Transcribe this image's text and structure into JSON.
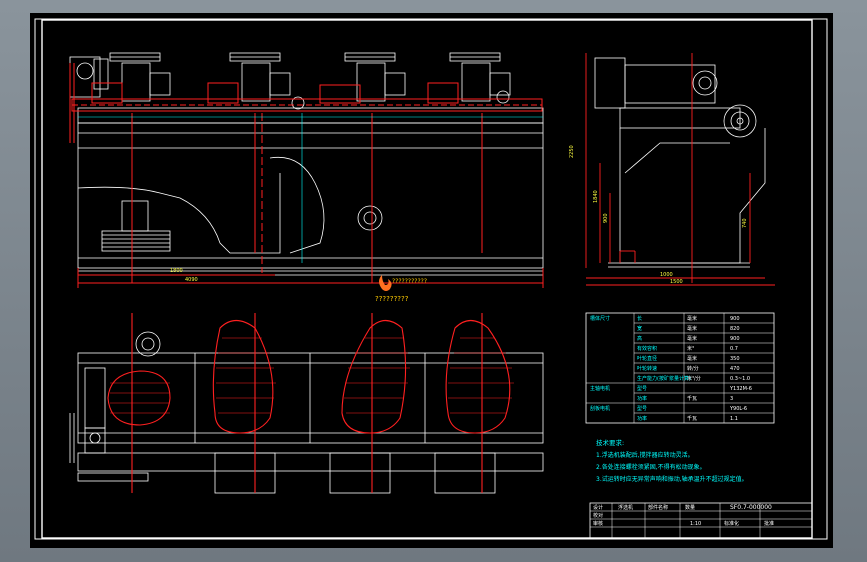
{
  "notes": {
    "title": "技术要求:",
    "line1": "1.浮选机装配后,搅拌器应转动灵活。",
    "line2": "2.各处连接螺栓须紧固,不得有松动现象。",
    "line3": "3.试运转时应无异常声响和振动,轴承温升不超过规定值。"
  },
  "spec_table": {
    "rows": [
      {
        "label": "槽体尺寸",
        "sub": "长",
        "unit": "毫米",
        "value": "900"
      },
      {
        "label": "",
        "sub": "宽",
        "unit": "毫米",
        "value": "820"
      },
      {
        "label": "",
        "sub": "高",
        "unit": "毫米",
        "value": "900"
      },
      {
        "label": "",
        "sub": "有效容积",
        "unit": "米³",
        "value": "0.7"
      },
      {
        "label": "",
        "sub": "叶轮直径",
        "unit": "毫米",
        "value": "350"
      },
      {
        "label": "",
        "sub": "叶轮转速",
        "unit": "转/分",
        "value": "470"
      },
      {
        "label": "",
        "sub": "生产能力(按矿浆量计算)",
        "unit": "米³/分",
        "value": "0.3~1.0"
      },
      {
        "label": "主轴电机",
        "sub": "型号",
        "unit": "",
        "value": "Y132M-6"
      },
      {
        "label": "",
        "sub": "功率",
        "unit": "千瓦",
        "value": "3"
      },
      {
        "label": "刮板电机",
        "sub": "型号",
        "unit": "",
        "value": "Y90L-6"
      },
      {
        "label": "",
        "sub": "功率",
        "unit": "千瓦",
        "value": "1.1"
      }
    ]
  },
  "title_block": {
    "drawing_no": "SF0.7-000000",
    "name": "浮选机",
    "scale": "1:10",
    "material_col": "部件名称",
    "qty": "数量",
    "label_a": "设计",
    "label_b": "校对",
    "label_c": "审核",
    "col_x": "标准化",
    "col_y": "批准"
  },
  "watermark": {
    "line1": "???????????",
    "line2": "?????????"
  },
  "dims": {
    "top_width": "1800",
    "bottom_width": "4090",
    "side_height": "2250",
    "side_inner": "1840",
    "side_mid": "900",
    "side_w1": "1000",
    "side_w2": "1500",
    "small_dim": "740"
  },
  "colors": {
    "line_white": "#ffffff",
    "line_red": "#ff2020",
    "line_cyan": "#00ffff",
    "line_yellow": "#ffff40",
    "line_green": "#40ff40"
  }
}
